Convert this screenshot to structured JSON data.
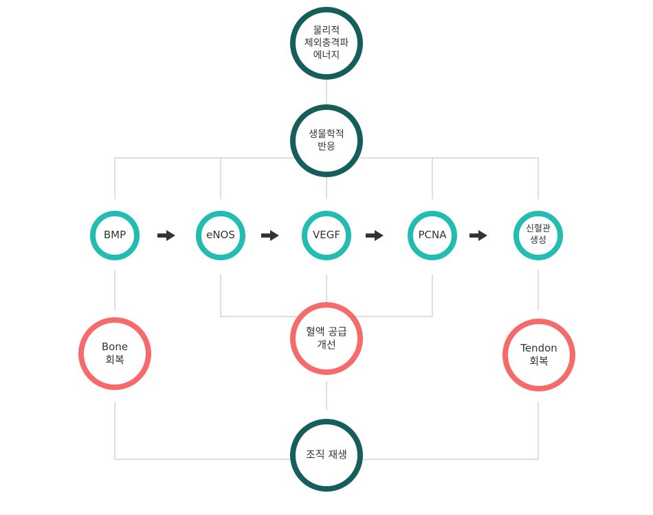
{
  "colors": {
    "dark": "#155e59",
    "teal": "#22bcb2",
    "coral": "#f56a6a",
    "line": "#bdbdbd",
    "arrow": "#333333"
  },
  "nodes": {
    "energy": [
      "물리적",
      "체외충격파",
      "에너지"
    ],
    "bio_response": [
      "생물학적",
      "반응"
    ],
    "bmp": [
      "BMP"
    ],
    "enos": [
      "eNOS"
    ],
    "vegf": [
      "VEGF"
    ],
    "pcna": [
      "PCNA"
    ],
    "angiogenesis": [
      "신혈관",
      "생성"
    ],
    "bone": [
      "Bone",
      "회복"
    ],
    "blood_supply": [
      "혈액 공급",
      "개선"
    ],
    "tendon": [
      "Tendon",
      "회복"
    ],
    "regeneration": [
      "조직 재생"
    ]
  },
  "arrows": [
    "right-arrow-icon",
    "right-arrow-icon",
    "right-arrow-icon",
    "right-arrow-icon"
  ]
}
